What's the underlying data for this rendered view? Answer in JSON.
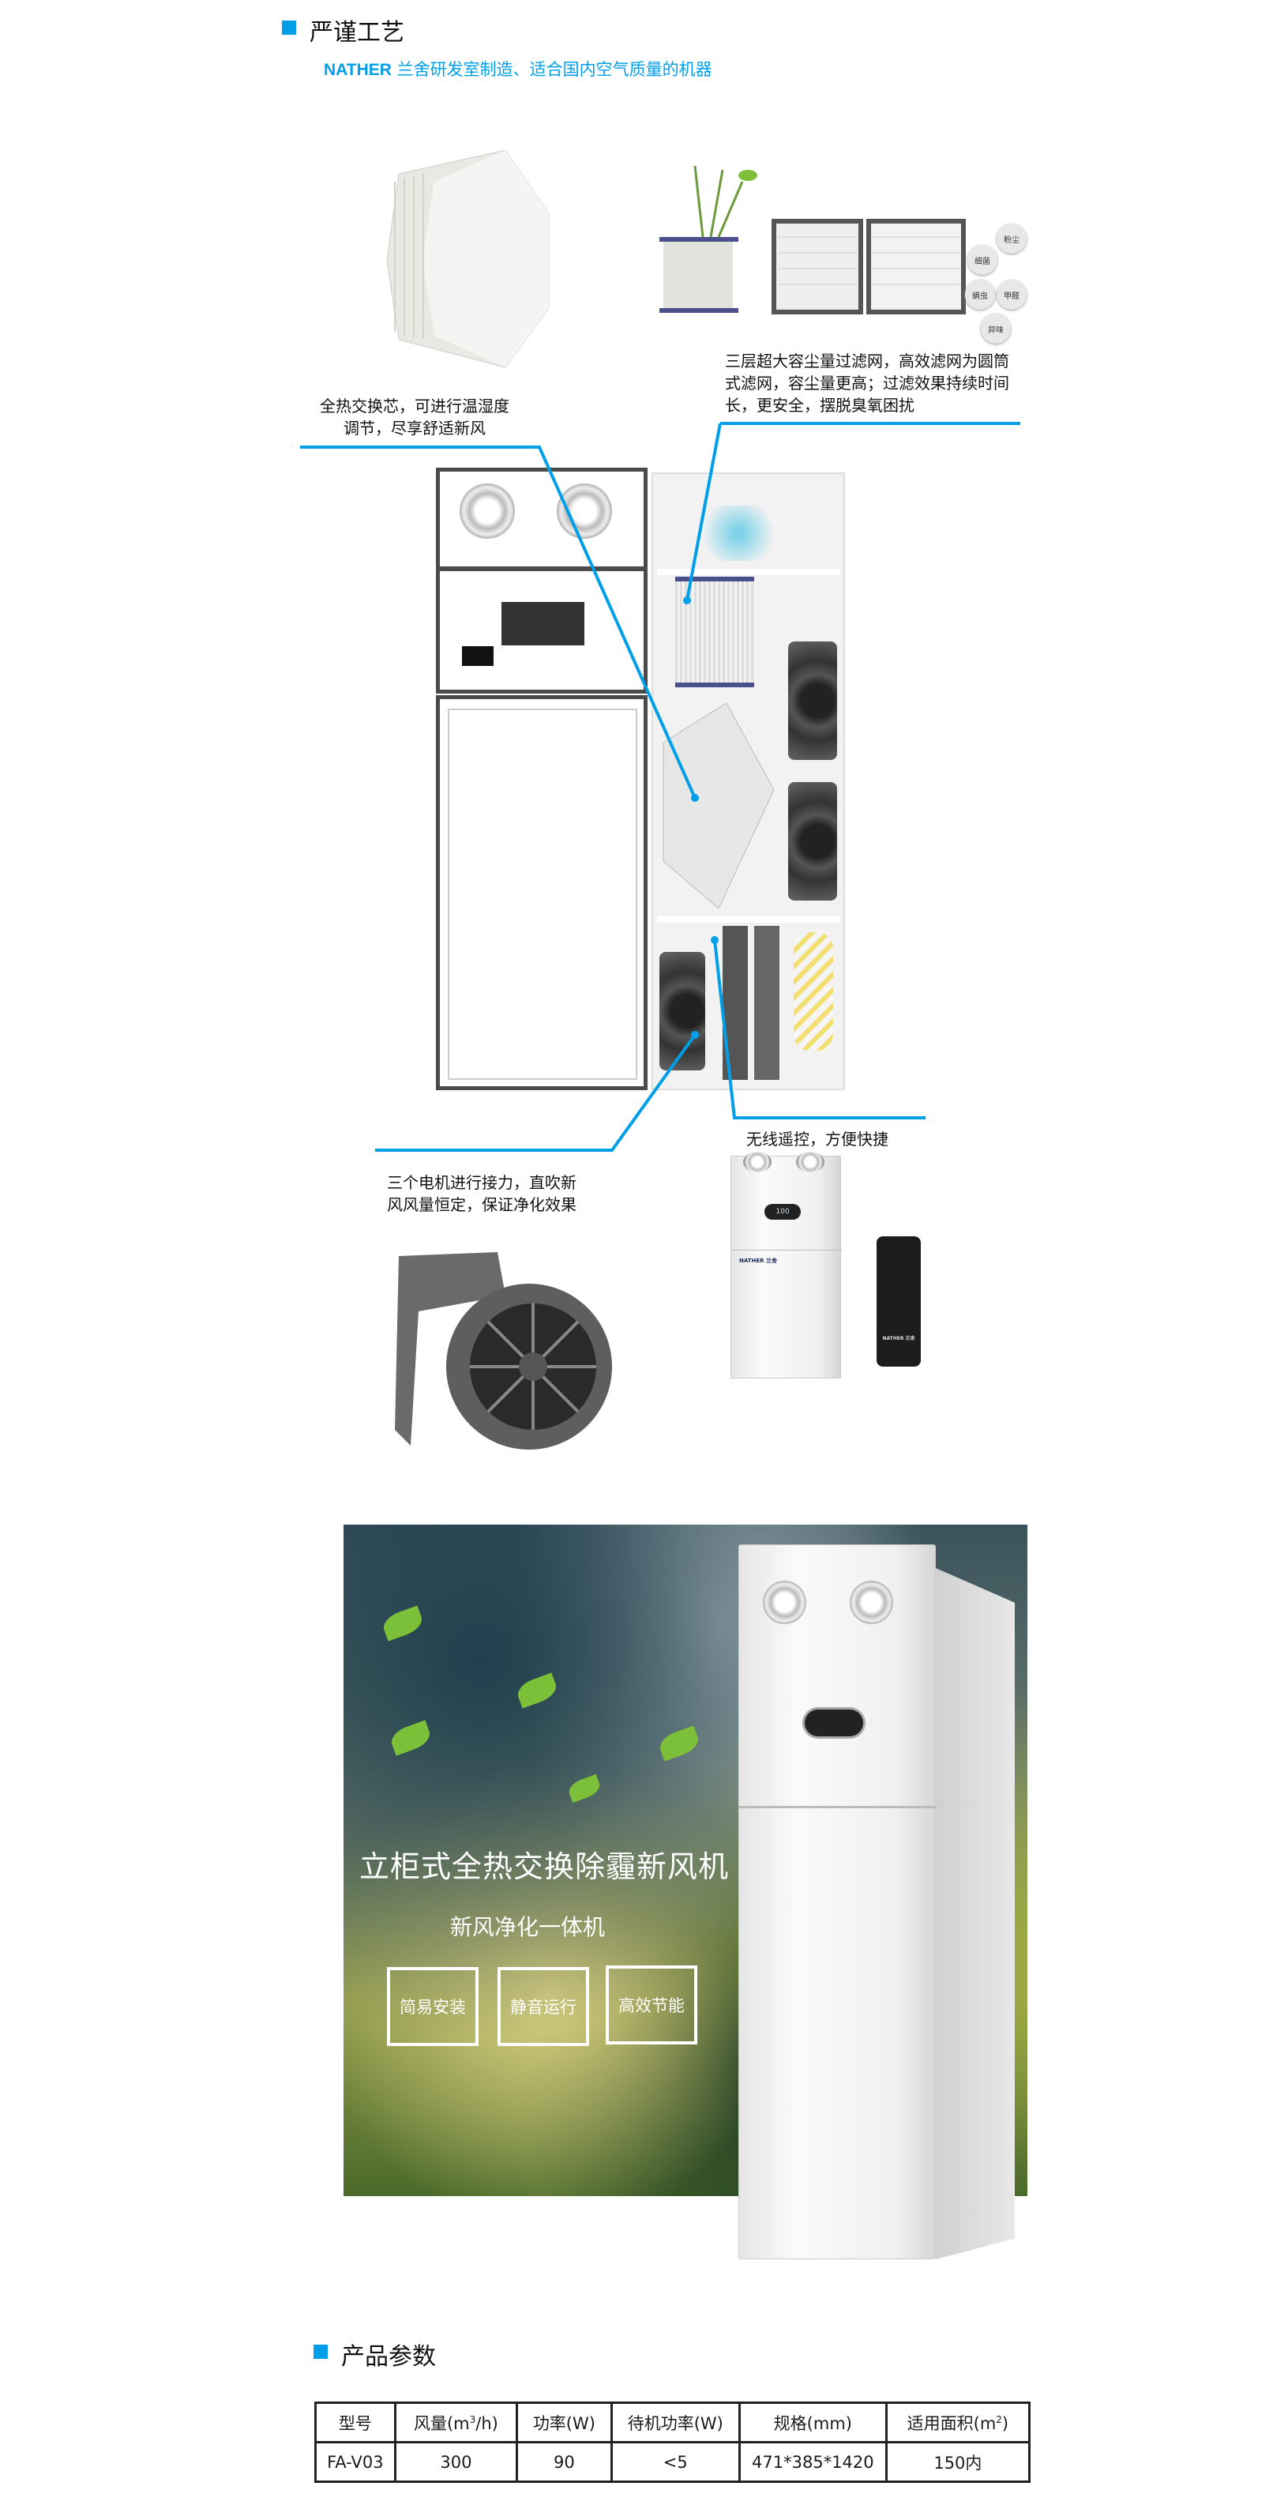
{
  "section1": {
    "title": "严谨工艺",
    "brand": "NATHER",
    "subtitle": "兰舍研发室制造、适合国内空气质量的机器"
  },
  "callouts": {
    "heat_core": [
      "全热交换芯，可进行温湿度",
      "调节，尽享舒适新风"
    ],
    "filters": [
      "三层超大容尘量过滤网，高效滤网为圆筒",
      "式滤网，容尘量更高；过滤效果持续时间",
      "长，更安全，摆脱臭氧困扰"
    ],
    "motors": [
      "三个电机进行接力，直吹新",
      "风风量恒定，保证净化效果"
    ],
    "remote": "无线遥控，方便快捷"
  },
  "pollutants": [
    "粉尘",
    "细菌",
    "螨虫",
    "甲醛",
    "异味"
  ],
  "unit_brand": "NATHER 兰舍",
  "remote_brand": "NATHER 兰舍",
  "display_value": "100",
  "banner": {
    "title": "立柜式全热交换除霾新风机",
    "subtitle": "新风净化一体机",
    "features": [
      "简易安装",
      "静音运行",
      "高效节能"
    ]
  },
  "section2": {
    "title": "产品参数"
  },
  "table": {
    "headers": [
      "型号",
      "风量(m",
      "3",
      "/h)",
      "功率(W)",
      "待机功率(W)",
      "规格(mm)",
      "适用面积(m",
      "2",
      ")"
    ],
    "row": [
      "FA-V03",
      "300",
      "90",
      "<5",
      "471*385*1420",
      "150内"
    ]
  },
  "colors": {
    "accent": "#009fe8"
  }
}
